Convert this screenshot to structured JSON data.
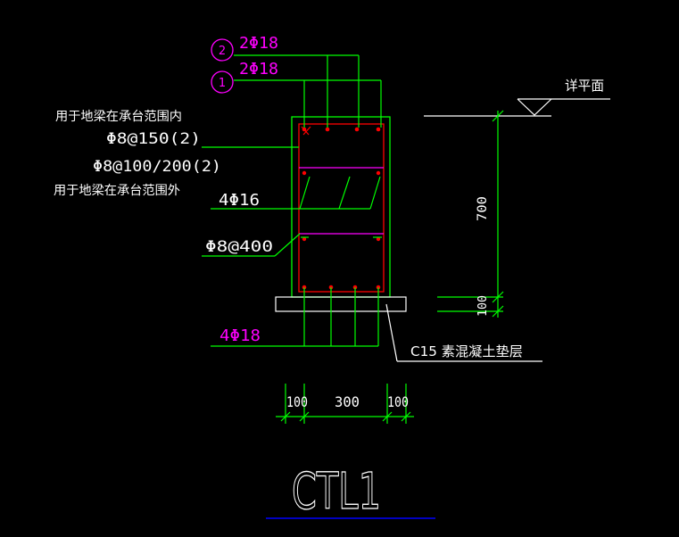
{
  "colors": {
    "background": "#000000",
    "green": "#00ff00",
    "white": "#ffffff",
    "magenta": "#ff00ff",
    "red": "#ff0000",
    "blue": "#0000ff"
  },
  "labels": {
    "callout_2_num": "2",
    "callout_2_rebar": "2Φ18",
    "callout_1_num": "1",
    "callout_1_rebar": "2Φ18",
    "note_inside": "用于地梁在承台范围内",
    "stirrup_inside": "Φ8@150(2)",
    "stirrup_outside": "Φ8@100/200(2)",
    "note_outside": "用于地梁在承台范围外",
    "side_bars": "4Φ16",
    "tie_bar": "Φ8@400",
    "bottom_bars": "4Φ18",
    "cushion": "C15 素混凝土垫层",
    "level_mark": "详平面",
    "height_dim": "700",
    "cushion_dim": "100",
    "width_left": "100",
    "width_mid": "300",
    "width_right": "100",
    "title": "CTL1"
  }
}
